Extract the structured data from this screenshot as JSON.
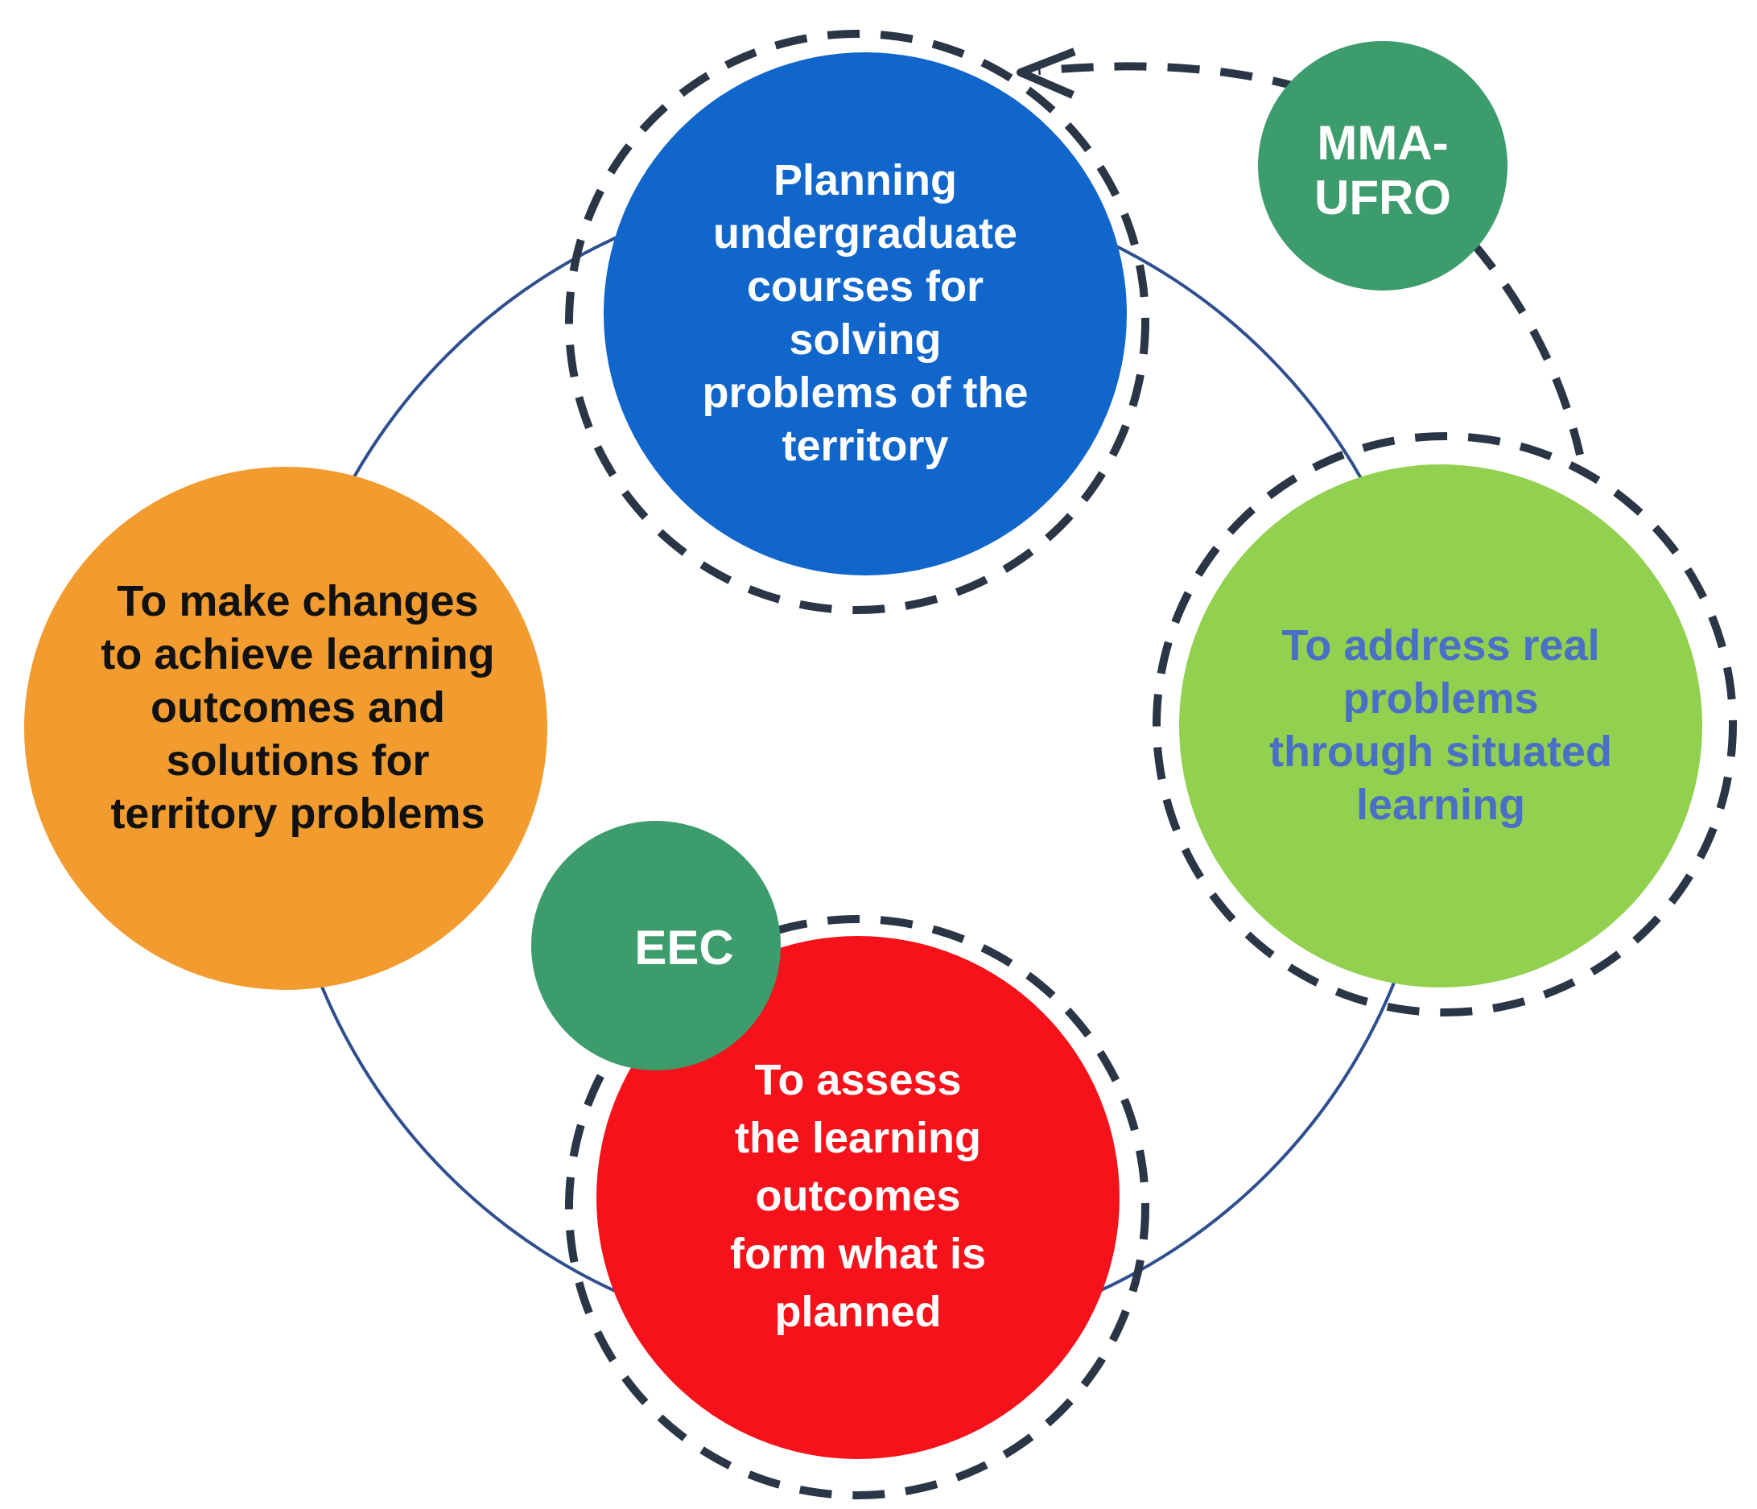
{
  "diagram": {
    "nodes": {
      "planning": {
        "lines": [
          "Planning",
          "undergraduate",
          "courses for",
          "solving",
          "problems of the",
          "territory"
        ],
        "fill": "#1166cc",
        "text_color": "#ffffff"
      },
      "address": {
        "lines": [
          "To address real",
          "problems",
          "through situated",
          "learning"
        ],
        "fill": "#92d050",
        "text_color": "#4a6fc6"
      },
      "assess": {
        "lines": [
          "To assess",
          "the learning",
          "outcomes",
          "form what is",
          "planned"
        ],
        "fill": "#f5121a",
        "text_color": "#ffffff"
      },
      "changes": {
        "lines": [
          "To make changes",
          "to achieve learning",
          "outcomes and",
          "solutions for",
          "territory problems"
        ],
        "fill": "#f29c2f",
        "text_color": "#111111"
      },
      "mma_ufro": {
        "lines": [
          "MMA-",
          "UFRO"
        ],
        "fill": "#3c9c6c",
        "text_color": "#ffffff"
      },
      "eec": {
        "lines": [
          "EEC"
        ],
        "fill": "#3c9c6c",
        "text_color": "#ffffff"
      }
    },
    "colors": {
      "cycle_ring": "#2f4f8f",
      "dashed_outline": "#2a3646"
    }
  }
}
